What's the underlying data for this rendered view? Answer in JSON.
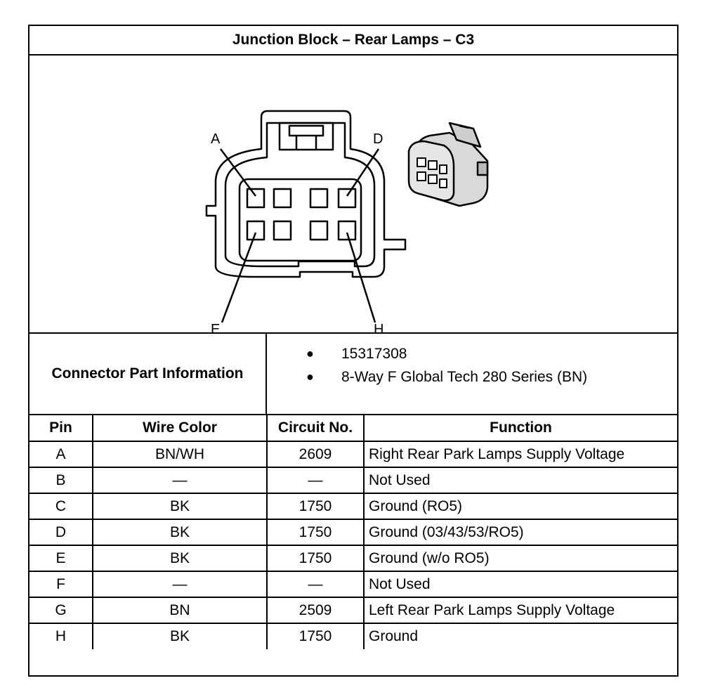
{
  "title": "Junction Block – Rear Lamps – C3",
  "diagram": {
    "pin_labels": [
      "A",
      "D",
      "E",
      "H"
    ]
  },
  "connector_info": {
    "label": "Connector Part Information",
    "items": [
      "15317308",
      "8-Way F Global Tech 280 Series (BN)"
    ]
  },
  "table": {
    "headers": [
      "Pin",
      "Wire Color",
      "Circuit No.",
      "Function"
    ],
    "rows": [
      [
        "A",
        "BN/WH",
        "2609",
        "Right Rear Park Lamps Supply Voltage"
      ],
      [
        "B",
        "—",
        "—",
        "Not Used"
      ],
      [
        "C",
        "BK",
        "1750",
        "Ground (RO5)"
      ],
      [
        "D",
        "BK",
        "1750",
        "Ground (03/43/53/RO5)"
      ],
      [
        "E",
        "BK",
        "1750",
        "Ground (w/o RO5)"
      ],
      [
        "F",
        "—",
        "—",
        "Not Used"
      ],
      [
        "G",
        "BN",
        "2509",
        "Left Rear Park Lamps Supply Voltage"
      ],
      [
        "H",
        "BK",
        "1750",
        "Ground"
      ]
    ]
  }
}
